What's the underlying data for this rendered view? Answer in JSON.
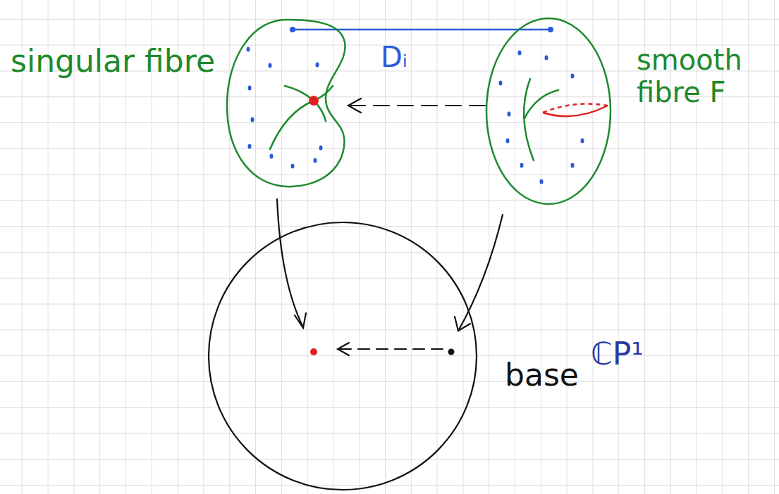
{
  "diagram": {
    "labels": [
      "singular fibre",
      "Dᵢ",
      "smooth fibre F",
      "base",
      "ℂP¹"
    ]
  }
}
